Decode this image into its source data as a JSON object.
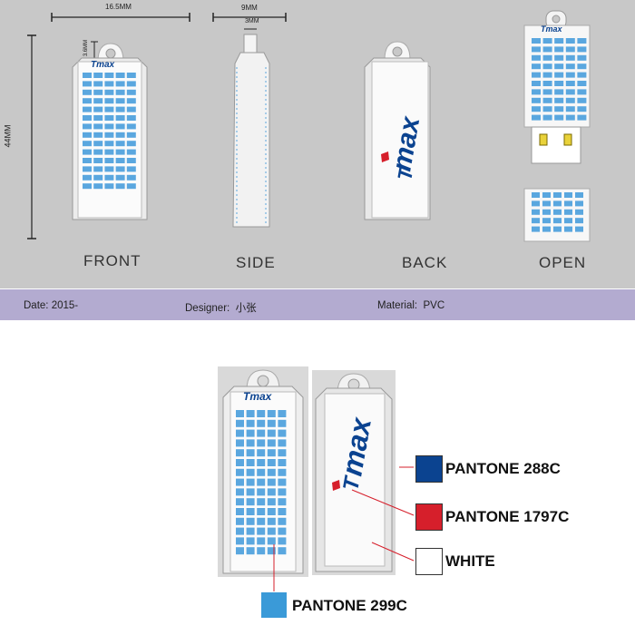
{
  "dimensions": {
    "width": "16.5MM",
    "height": "44MM",
    "side_width": "9MM",
    "side_hole": "3MM",
    "hole_dim": "3.6MM"
  },
  "views": [
    "FRONT",
    "SIDE",
    "BACK",
    "OPEN"
  ],
  "logo_text": "Tmax",
  "info": {
    "date_label": "Date:",
    "date_value": "2015-",
    "designer_label": "Designer:",
    "designer_value": "小张",
    "material_label": "Material:",
    "material_value": "PVC"
  },
  "swatches": [
    {
      "label": "PANTONE 288C",
      "color": "#0b4390"
    },
    {
      "label": "PANTONE 1797C",
      "color": "#d61f2b"
    },
    {
      "label": "WHITE",
      "color": "#ffffff"
    },
    {
      "label": "PANTONE 299C",
      "color": "#3a9ad8"
    }
  ],
  "colors": {
    "top_bg": "#c8c8c8",
    "info_strip": "#b3abd0",
    "window_blue": "#5aa7df",
    "logo_blue": "#0b4390",
    "logo_red": "#d61f2b"
  }
}
